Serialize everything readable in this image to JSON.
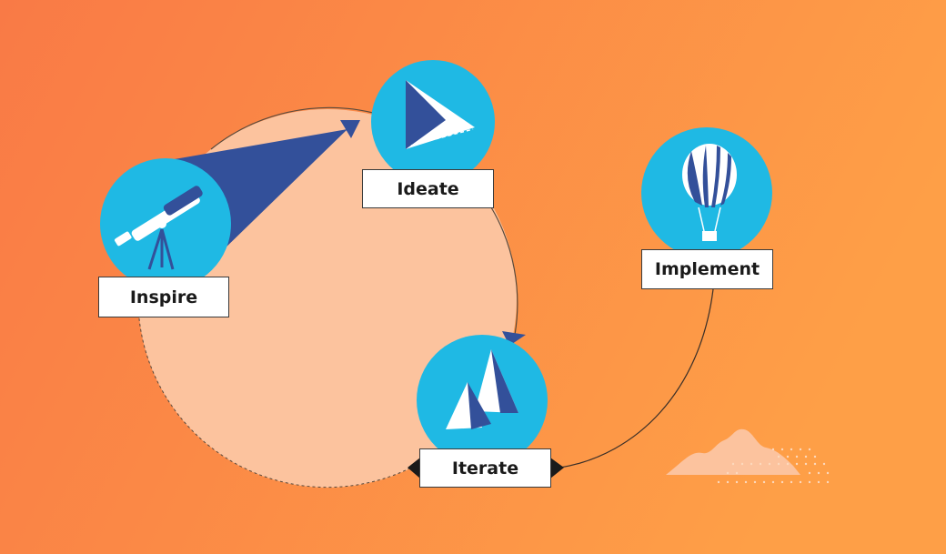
{
  "stages": [
    {
      "name": "Inspire",
      "icon": "telescope-icon"
    },
    {
      "name": "Ideate",
      "icon": "paper-plane-icon"
    },
    {
      "name": "Implement",
      "icon": "hot-air-balloon-icon"
    },
    {
      "name": "Iterate",
      "icon": "mountain-peaks-icon"
    }
  ],
  "colors": {
    "background_left": "#f97b46",
    "background_right": "#fd9c47",
    "cycle_fill": "#fcc39e",
    "icon_circle": "#1fb9e4",
    "icon_dark": "#33509a",
    "label_bg": "#ffffff"
  }
}
